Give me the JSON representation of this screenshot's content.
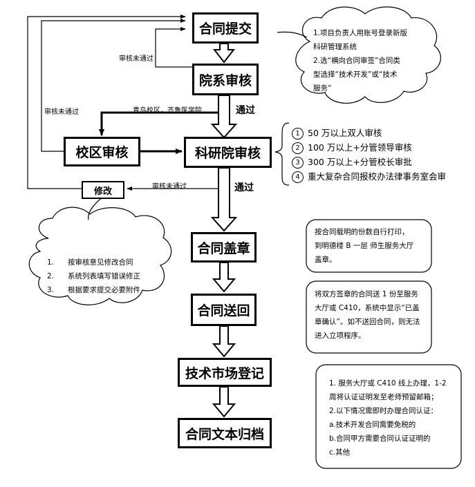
{
  "nodes": {
    "submit": "合同提交",
    "dept_review": "院系审核",
    "campus_review": "校区审核",
    "research_review": "科研院审核",
    "revise": "修改",
    "seal": "合同盖章",
    "return": "合同送回",
    "market_register": "技术市场登记",
    "archive": "合同文本归档"
  },
  "labels": {
    "not_passed_1": "审核未通过",
    "not_passed_2": "审核未通过",
    "not_passed_3": "审核未通过",
    "passed_1": "通过",
    "passed_2": "通过",
    "campus_branch": "青岛校区，齐鲁医学院"
  },
  "notes": {
    "submit_cloud": [
      "1.项目负责人用账号登录新版",
      "科研管理系统",
      "2.选“横向合同审签”合同类",
      "型选择“技术开发”或“技术",
      "服务”"
    ],
    "approval_rules": [
      {
        "num": "1",
        "text": "50 万以上双人审核"
      },
      {
        "num": "2",
        "text": "100 万以上+分管领导审核"
      },
      {
        "num": "3",
        "text": "300 万以上+分管校长审批"
      },
      {
        "num": "4",
        "text": "重大复杂合同报校办法律事务室会审"
      }
    ],
    "revise_cloud": [
      {
        "num": "1.",
        "text": "按审核意见修改合同"
      },
      {
        "num": "2.",
        "text": "系统列表填写错误修正"
      },
      {
        "num": "3.",
        "text": "根据要求提交必要附件"
      }
    ],
    "seal_note": [
      "按合同载明的份数自行打印，",
      "到明德楼 B 一层 师生服务大厅",
      "盖章。"
    ],
    "return_note": [
      "将双方签章的合同送 1 份至服务",
      "大厅或 C410，系统中显示“已盖",
      "章确认”。如不送回合同，则无法",
      "进入立项程序。"
    ],
    "register_note": [
      "1. 服务大厅或 C410 线上办理，1-2",
      "周将认证证明发至老师预留邮箱；",
      "2.以下情况需即时办理合同认证：",
      "a.技术开发合同需要免税的",
      "b.合同甲方需要合同认证证明的",
      "c.其他"
    ]
  },
  "colors": {
    "stroke": "#000000",
    "background": "#ffffff"
  }
}
